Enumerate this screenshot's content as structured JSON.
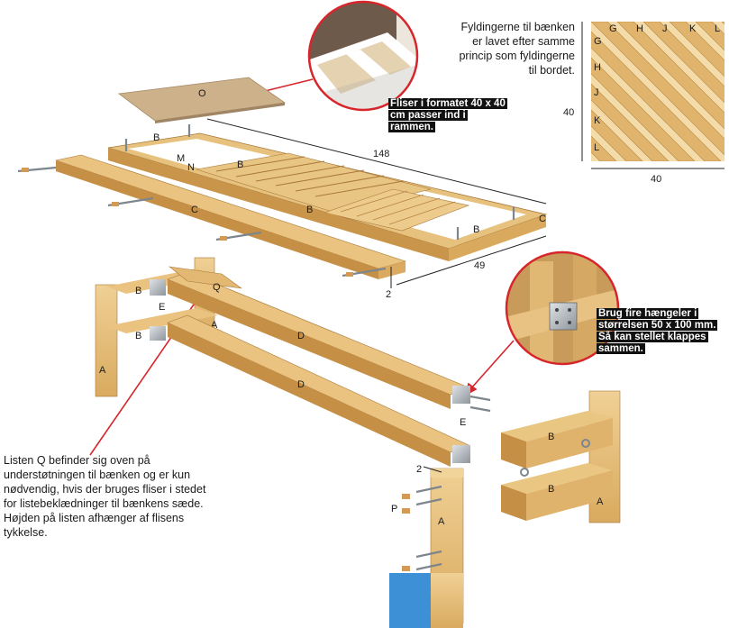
{
  "notes": {
    "fill_principle": "Fyldingerne til bænken er lavet efter samme princip som fyldingerne til bordet.",
    "tiles": "Fliser i formatet 40 x 40 cm passer ind i rammen.",
    "hinges": "Brug fire hængeler i størrelsen 50 x 100 mm. Så kan stellet klappes sammen.",
    "strip_q": "Listen Q befinder sig oven på understøtningen til bænken og er kun nødvendig, hvis der bruges fliser i stedet for listebeklædninger til bænkens sæde. Højden på listen afhænger af flisens tykkelse."
  },
  "panel": {
    "top_labels": [
      "G",
      "H",
      "J",
      "K",
      "L"
    ],
    "side_labels": [
      "G",
      "H",
      "J",
      "K",
      "L"
    ],
    "width": "40",
    "height": "40"
  },
  "dimensions": {
    "length": "148",
    "width": "49",
    "gap": "2",
    "gap_leg": "2"
  },
  "parts": {
    "O": "O",
    "B": "B",
    "M": "M",
    "N": "N",
    "C": "C",
    "Q": "Q",
    "E": "E",
    "A": "A",
    "D": "D",
    "P": "P"
  },
  "colors": {
    "wood": "#e3bd78",
    "wood_dark": "#b8863f",
    "wood_light": "#f3d9a2",
    "tile": "#cbb089",
    "pointer": "#d7262b",
    "steel": "#9aa1a8",
    "water": "#3d8fd6"
  }
}
